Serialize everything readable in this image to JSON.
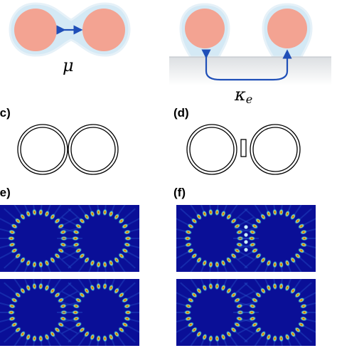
{
  "panels": {
    "c": {
      "label": "(c)"
    },
    "d": {
      "label": "(d)"
    },
    "e": {
      "label": "(e)"
    },
    "f": {
      "label": "(f)"
    }
  },
  "symbols": {
    "mu": "μ",
    "kappa": "κ",
    "kappa_sub": "e"
  },
  "colors": {
    "resonator_fill": "#f2a594",
    "halo": "#c7e3f2",
    "arrow": "#1f4fb8",
    "field_background": "#0a0f97"
  }
}
